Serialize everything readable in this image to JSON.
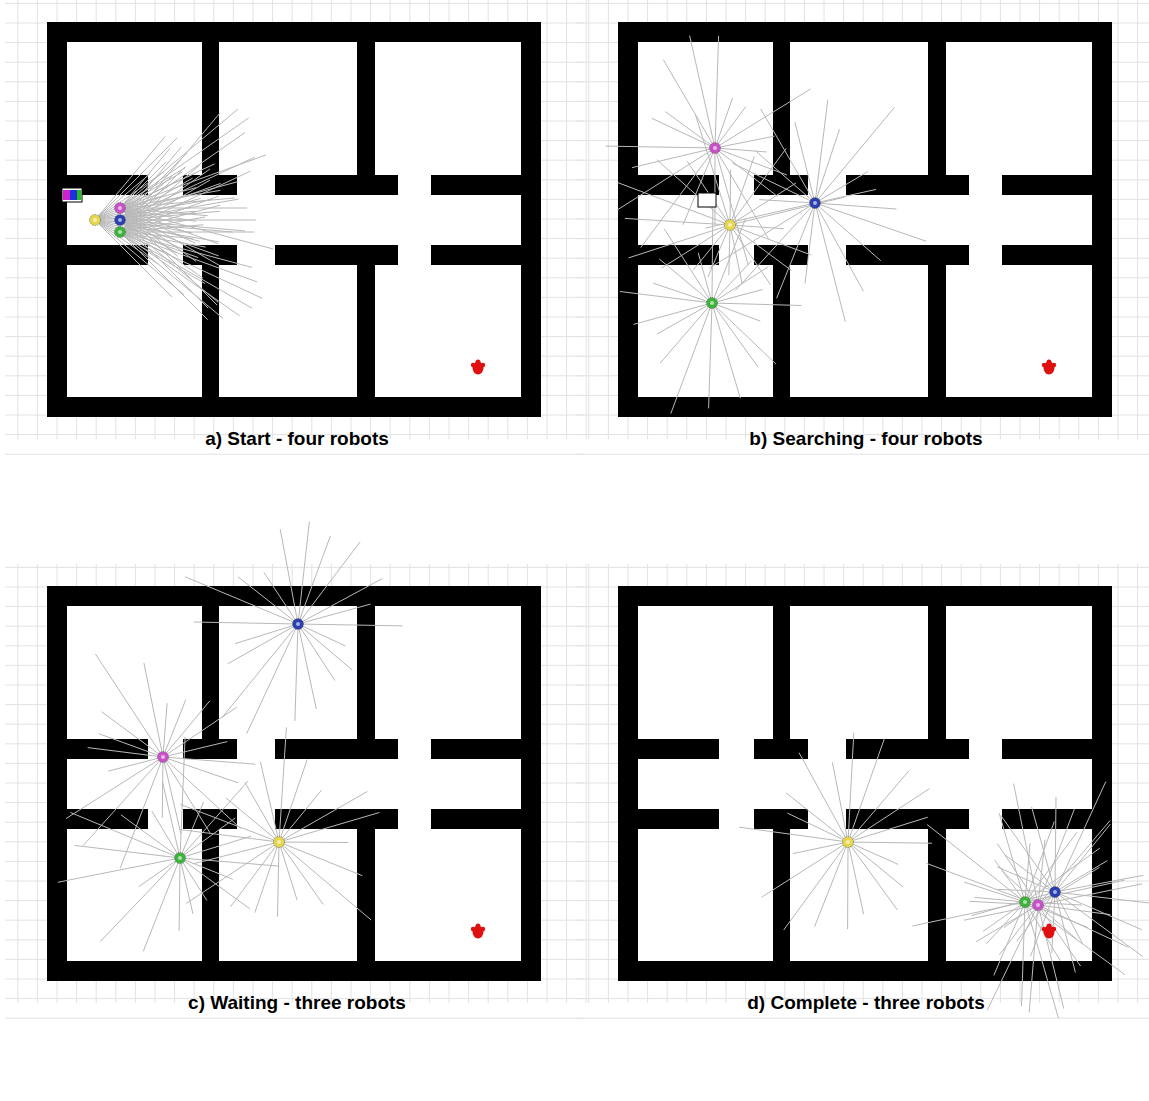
{
  "diagram": {
    "labels": [
      "a) Start - four robots",
      "b) Searching - four robots",
      "c) Waiting - three robots",
      "d) Complete - three robots"
    ]
  }
}
